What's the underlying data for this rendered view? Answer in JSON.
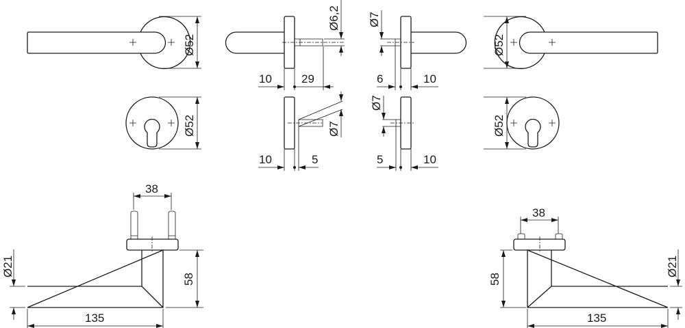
{
  "drawing": {
    "top_left": {
      "rose_diameter": "Ø52",
      "escutcheon_diameter": "Ø52"
    },
    "top_right": {
      "rose_diameter": "Ø52",
      "escutcheon_diameter": "Ø52"
    },
    "middle_left": {
      "spindle_diameter": "Ø6,2",
      "plate_thickness_top": "10",
      "spindle_length": "29",
      "cylinder_pin_diameter": "Ø7",
      "plate_thickness_bottom": "10",
      "pin_length": "5"
    },
    "middle_right": {
      "spindle_diameter": "Ø7",
      "spindle_length": "6",
      "plate_thickness_top": "10",
      "cylinder_pin_diameter": "Ø7",
      "pin_length": "5",
      "plate_thickness_bottom": "10"
    },
    "bottom_left": {
      "screw_spacing": "38",
      "handle_diameter": "Ø21",
      "projection": "58",
      "handle_length": "135"
    },
    "bottom_right": {
      "screw_spacing": "38",
      "handle_diameter": "Ø21",
      "projection": "58",
      "handle_length": "135"
    }
  }
}
